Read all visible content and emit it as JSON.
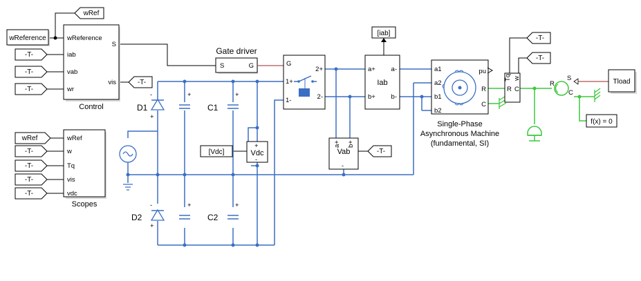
{
  "goto_wRef": "wRef",
  "from_wReference": "wReference",
  "control": {
    "title": "Control",
    "in_ports": [
      "wReference",
      "iab",
      "vab",
      "wr"
    ],
    "out_ports": [
      "S",
      "vis"
    ]
  },
  "tag_T": "-T-",
  "gate_driver": {
    "title": "Gate driver",
    "in_port": "S",
    "out_port": "G"
  },
  "switch": {
    "ports": [
      "1+",
      "1-",
      "2+",
      "2-"
    ],
    "g_port": "G"
  },
  "iab_tag": "[iab]",
  "iab_block": {
    "title": "Iab",
    "ports": [
      "a+",
      "a-",
      "b+",
      "b-"
    ]
  },
  "machine": {
    "title_lines": [
      "Single-Phase",
      "Asynchronous Machine",
      "(fundamental, SI)"
    ],
    "ports": [
      "a1",
      "a2",
      "b1",
      "b2",
      "pu",
      "R",
      "C"
    ]
  },
  "sensor": {
    "ports": [
      "Tq",
      "w",
      "R",
      "C"
    ]
  },
  "torque_source": {
    "ports": [
      "S",
      "R",
      "C"
    ]
  },
  "tload": "Tload",
  "solver": "f(x) = 0",
  "d1": "D1",
  "d2": "D2",
  "c1": "C1",
  "c2": "C2",
  "vdc_tag": "[Vdc]",
  "vdc_block": {
    "title": "Vdc",
    "plus": "+",
    "minus": "-"
  },
  "vab_block": {
    "title": "Vab",
    "ports": [
      "a+",
      "b+",
      "-"
    ]
  },
  "scopes": {
    "title": "Scopes",
    "in_ports": [
      "wRef",
      "w",
      "Tq",
      "vis",
      "vdc"
    ]
  },
  "from_wRef": "wRef",
  "colors": {
    "electrical": "#3a6fc4",
    "mechanical": "#3cc83c",
    "physical_signal": "#b05050"
  }
}
